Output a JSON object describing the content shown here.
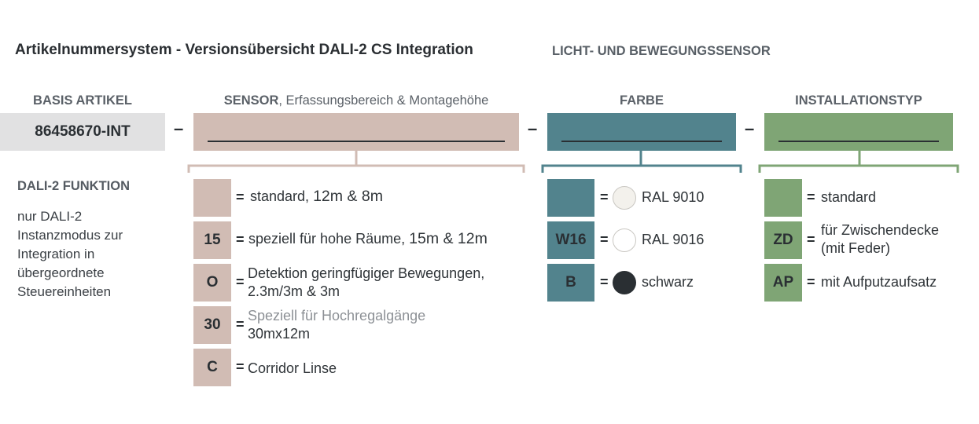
{
  "header": {
    "title": "Artikelnummersystem - Versionsübersicht DALI-2 CS Integration",
    "subtitle": "LICHT- UND BEWEGUNGSSENSOR"
  },
  "columns": {
    "basis": {
      "label": "BASIS ARTIKEL",
      "value": "86458670-INT"
    },
    "sensor": {
      "label_bold": "SENSOR",
      "label_rest": ", Erfassungsbereich & Montagehöhe"
    },
    "farbe": {
      "label": "FARBE"
    },
    "installation": {
      "label": "INSTALLATIONSTYP"
    }
  },
  "separator": "–",
  "equals": "=",
  "dali": {
    "title": "DALI-2 FUNKTION",
    "lines": [
      "nur DALI-2",
      "Instanzmodus zur",
      "Integration in",
      "übergeordnete",
      "Steuereinheiten"
    ]
  },
  "sensor_options": [
    {
      "code": "",
      "text_a": "standard,",
      "text_b": "12m & 8m"
    },
    {
      "code": "15",
      "text_a": "speziell für hohe Räume,",
      "text_b": "15m & 12m"
    },
    {
      "code": "O",
      "line1": "Detektion geringfügiger Bewegungen,",
      "line2": "2.3m/3m & 3m"
    },
    {
      "code": "30",
      "line1": "Speziell für Hochregalgänge",
      "line2": "30mx12m"
    },
    {
      "code": "C",
      "line1": "Corridor Linse"
    }
  ],
  "farbe_options": [
    {
      "code": "",
      "label": "RAL 9010",
      "swatch": "#f3f1ec"
    },
    {
      "code": "W16",
      "label": "RAL 9016",
      "swatch": "#ffffff"
    },
    {
      "code": "B",
      "label": "schwarz",
      "swatch": "#2a2f33"
    }
  ],
  "installation_options": [
    {
      "code": "",
      "line1": "standard"
    },
    {
      "code": "ZD",
      "line1": "für Zwischendecke",
      "line2": "(mit Feder)"
    },
    {
      "code": "AP",
      "line1": "mit Aufputzaufsatz"
    }
  ],
  "colors": {
    "sensor": "#d1bcb4",
    "farbe": "#52838d",
    "installation": "#7fa575",
    "basis": "#e1e1e2"
  }
}
